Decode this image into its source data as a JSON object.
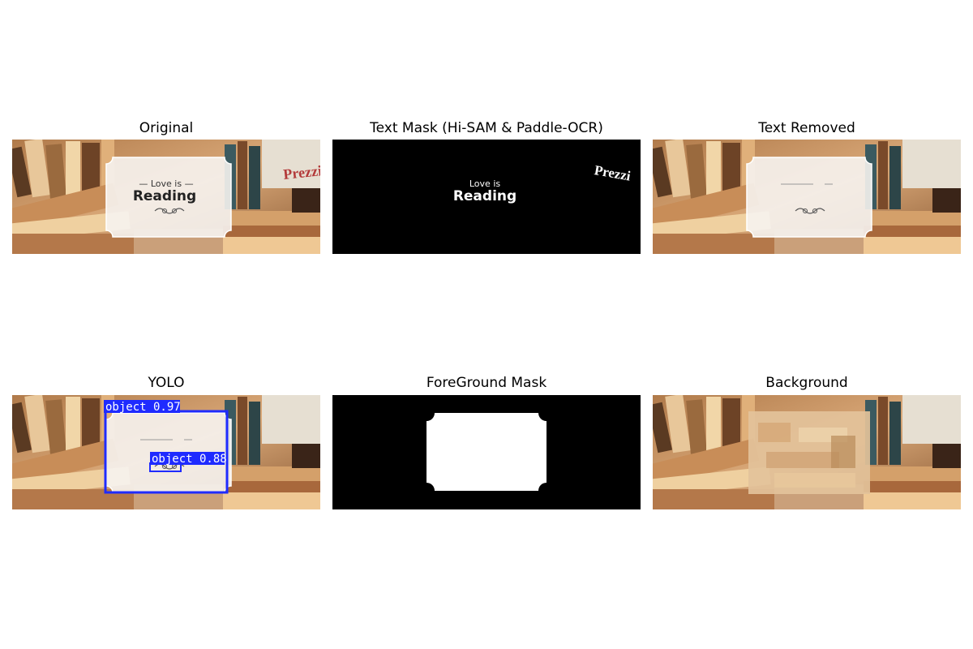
{
  "panels": [
    {
      "title": "Original"
    },
    {
      "title": "Text Mask (Hi-SAM & Paddle-OCR)"
    },
    {
      "title": "Text Removed"
    },
    {
      "title": "YOLO"
    },
    {
      "title": "ForeGround Mask"
    },
    {
      "title": "Background"
    }
  ],
  "scene_text": {
    "small": "— Love is —",
    "large": "Reading",
    "sign": "Prezzi"
  },
  "mask_text": {
    "small": "Love is",
    "large": "Reading",
    "sign": "Prezzi"
  },
  "detections": [
    {
      "label": "object 0.97"
    },
    {
      "label": "object 0.88"
    }
  ],
  "colors": {
    "detection_box": "#1f2bff",
    "mask_bg": "#000000",
    "mask_fg": "#ffffff"
  }
}
